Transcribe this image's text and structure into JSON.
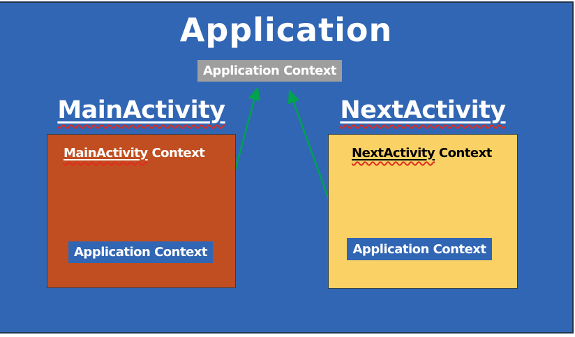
{
  "application": {
    "title": "Application",
    "context_label": "Application Context"
  },
  "activities": [
    {
      "title": "MainActivity",
      "context_word": "MainActivity",
      "context_rest": " Context",
      "inner_context_label": "Application Context"
    },
    {
      "title": "NextActivity",
      "context_word": "NextActivity",
      "context_rest": " Context",
      "inner_context_label": "Application Context"
    }
  ],
  "colors": {
    "slide_background": "#3166b4",
    "slide_border": "#22344c",
    "application_context_box": "#9e9e9e",
    "main_activity_box": "#c14e21",
    "next_activity_box": "#fad164",
    "inner_context_box": "#3166b4",
    "arrow_green": "#00a24f",
    "spellcheck_squiggle_red": "#e02b20",
    "title_text": "#ffffff",
    "next_activity_text": "#000000"
  }
}
